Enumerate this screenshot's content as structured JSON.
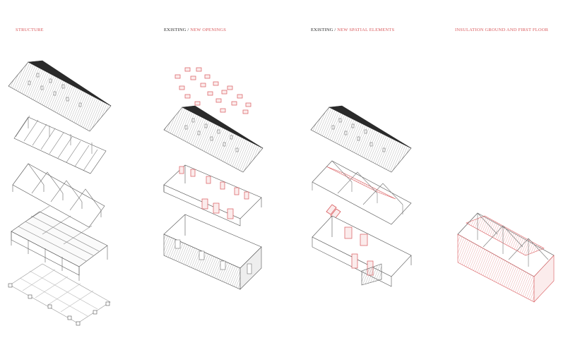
{
  "titles": {
    "structure": "STRUCTURE",
    "existing_1": "EXISTING",
    "separator_1": " / ",
    "new_openings": "NEW OPENINGS",
    "existing_2": "EXISTING",
    "separator_2": " / ",
    "new_spatial": "NEW SPATIAL ELEMENTS",
    "insulation": "INSULATION GROUND AND FIRST FLOOR"
  },
  "colors": {
    "accent": "#d9595c",
    "line": "#555555",
    "roof_dark": "#2a2a2a",
    "pink_fill": "#f3d6d6"
  }
}
